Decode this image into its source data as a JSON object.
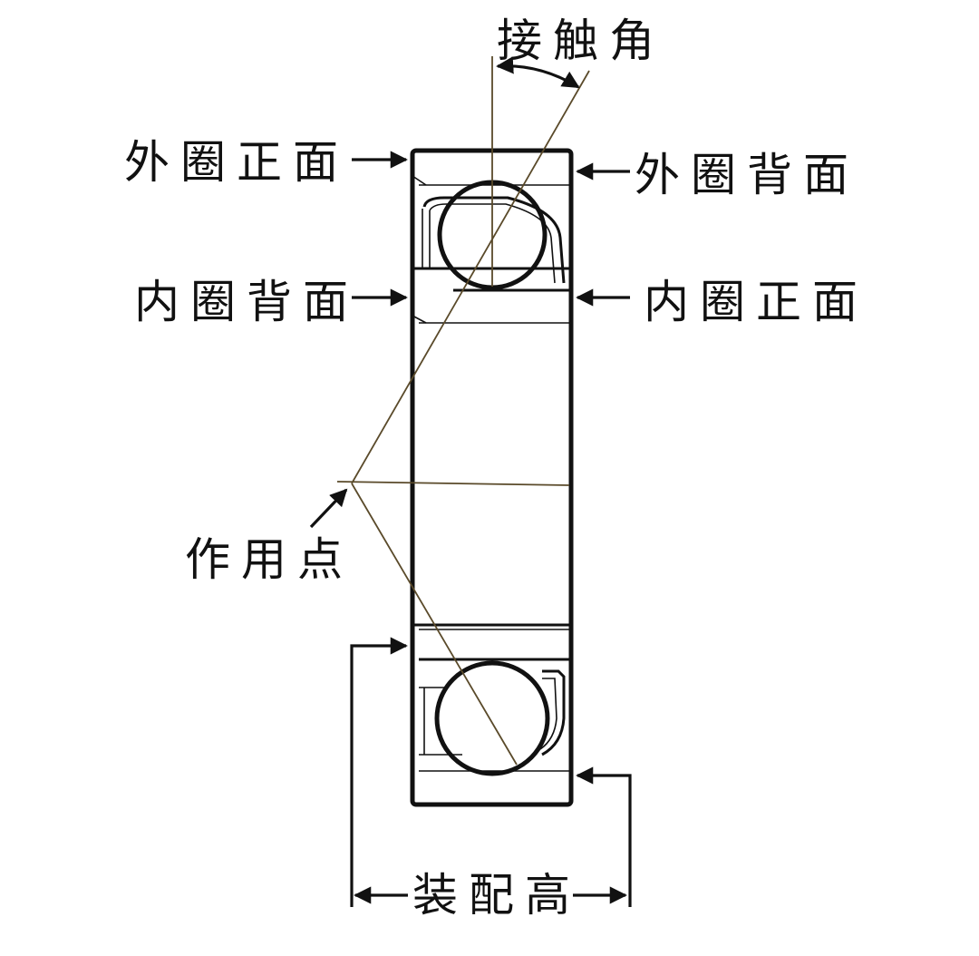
{
  "labels": {
    "contact_angle": "接触角",
    "outer_front": "外圈正面",
    "outer_back": "外圈背面",
    "inner_back": "内圈背面",
    "inner_front": "内圈正面",
    "action_point": "作用点",
    "assembly_height": "装配高"
  },
  "colors": {
    "line": "#111111",
    "guide_line": "#5a4a2a",
    "background": "#ffffff"
  },
  "icons": [
    "arrow-right-icon",
    "arrow-left-icon",
    "arrow-diagonal-icon",
    "double-arrow-icon"
  ]
}
